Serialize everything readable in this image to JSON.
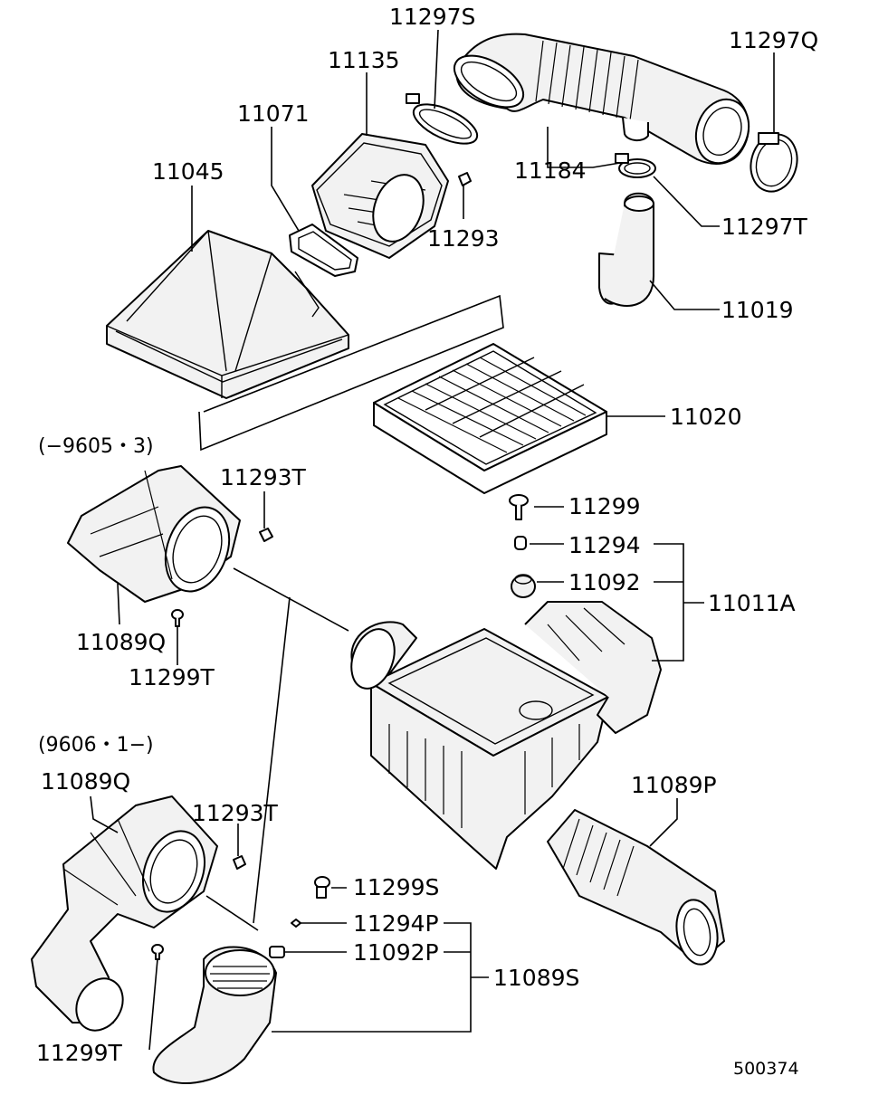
{
  "labels": {
    "p11297s": "11297S",
    "p11135": "11135",
    "p11071": "11071",
    "p11045": "11045",
    "p11297q": "11297Q",
    "p11184": "11184",
    "p11293": "11293",
    "p11297t": "11297T",
    "p11019": "11019",
    "p11020": "11020",
    "p11299": "11299",
    "p11294": "11294",
    "p11092": "11092",
    "p11011a": "11011A",
    "p11293t_a": "11293T",
    "p11089q_a": "11089Q",
    "p11299t_a": "11299T",
    "p11089q_b": "11089Q",
    "p11293t_b": "11293T",
    "p11089p": "11089P",
    "p11299s": "11299S",
    "p11294p": "11294P",
    "p11092p": "11092P",
    "p11089s": "11089S",
    "p11299t_b": "11299T"
  },
  "notes": {
    "range_early": "(−9605・3)",
    "range_late": "(9606・1−)"
  },
  "diagram_ref": "500374"
}
